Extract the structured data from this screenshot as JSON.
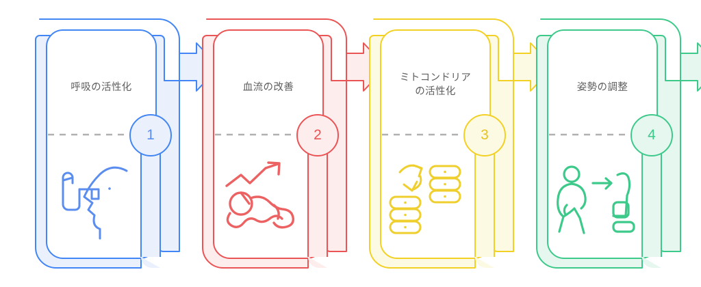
{
  "diagram": {
    "type": "process-flow",
    "orientation": "horizontal",
    "step_count": 4,
    "background_color": "#ffffff",
    "title_text_color": "#5e5e5e",
    "divider_color": "#b0b0b0",
    "divider_style": "dashed",
    "steps": [
      {
        "number": "1",
        "title": "呼吸の活性化",
        "accent_color": "#4285f4",
        "fill_color": "#eaf1fd",
        "badge_text_color": "#5b8def",
        "icon_name": "inhaler-face-icon",
        "icon_label": "inhaler held to a face profile"
      },
      {
        "number": "2",
        "title": "血流の改善",
        "accent_color": "#ea5455",
        "fill_color": "#fdeded",
        "badge_text_color": "#ea5455",
        "icon_name": "stretching-person-trend-icon",
        "icon_label": "person stretching with rising trend arrow"
      },
      {
        "number": "3",
        "title": "ミトコンドリア\nの活性化",
        "accent_color": "#f2d024",
        "fill_color": "#fdfae4",
        "badge_text_color": "#e8c21f",
        "icon_name": "mitochondria-stacks-icon",
        "icon_label": "two capsule stacks with exchange arrow"
      },
      {
        "number": "4",
        "title": "姿勢の調整",
        "accent_color": "#3dc98a",
        "fill_color": "#e6f7ef",
        "badge_text_color": "#3dc98a",
        "icon_name": "walking-person-chair-icon",
        "icon_label": "walking person with arrow toward a chair"
      }
    ]
  }
}
